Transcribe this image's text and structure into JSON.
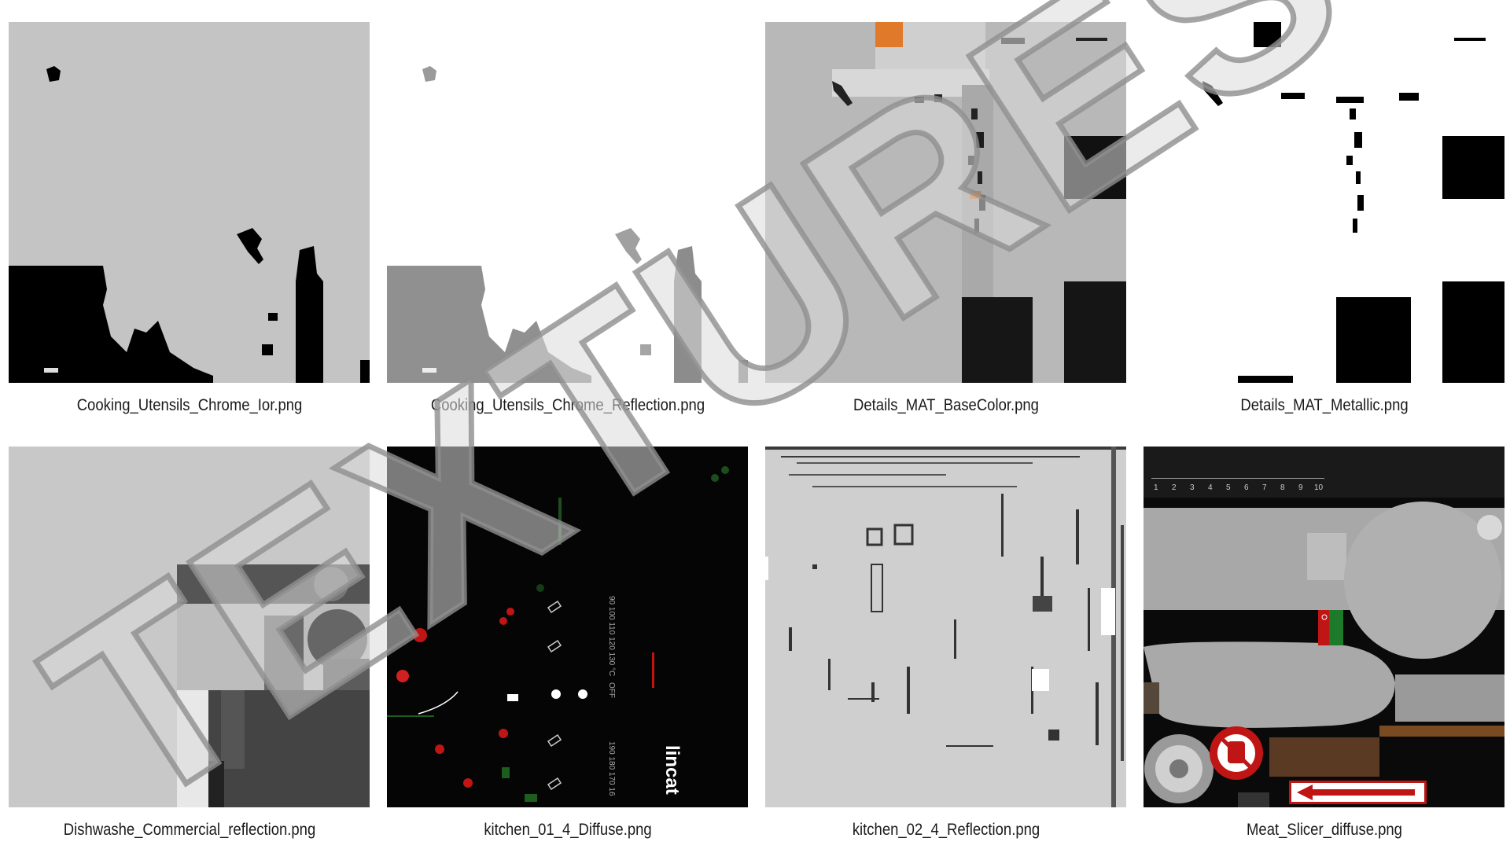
{
  "colors": {
    "background": "#ffffff",
    "watermark_fill": "#dadada",
    "watermark_stroke": "#8f8f8f",
    "caption_text": "#1a1a1a"
  },
  "watermark": {
    "text": "TEXTURES"
  },
  "tiles": [
    {
      "filename": "Cooking_Utensils_Chrome_Ior.png"
    },
    {
      "filename": "Cooking_Utensils_Chrome_Reflection.png"
    },
    {
      "filename": "Details_MAT_BaseColor.png"
    },
    {
      "filename": "Details_MAT_Metallic.png"
    },
    {
      "filename": "Dishwashe_Commercial_reflection.png"
    },
    {
      "filename": "kitchen_01_4_Diffuse.png",
      "texts": {
        "brand": "lincat",
        "off": "OFF",
        "temps_a": "90 100 110 120 130 °C",
        "temps_b": "190 180 170 16"
      }
    },
    {
      "filename": "kitchen_02_4_Reflection.png"
    },
    {
      "filename": "Meat_Slicer_diffuse.png",
      "texts": {
        "ruler": [
          "1",
          "2",
          "3",
          "4",
          "5",
          "6",
          "7",
          "8",
          "9",
          "10"
        ]
      }
    }
  ]
}
